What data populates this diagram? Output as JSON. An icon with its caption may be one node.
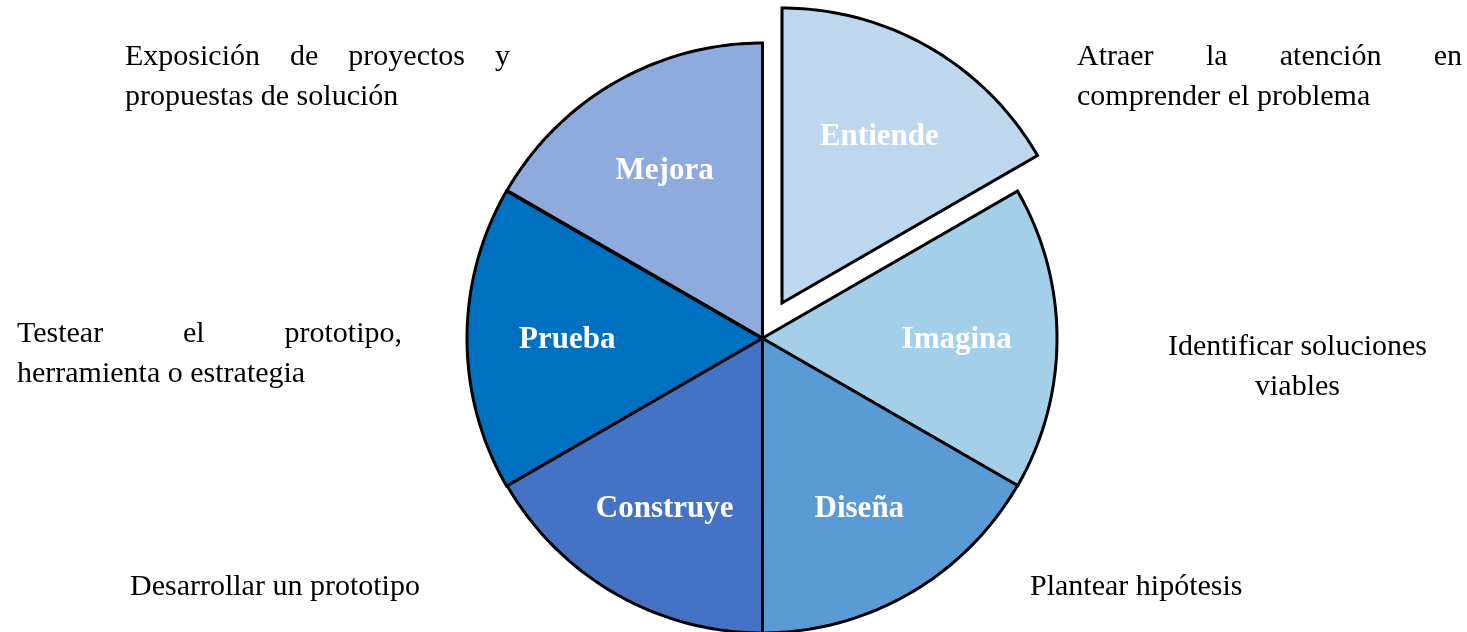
{
  "diagram": {
    "nodes": [
      {
        "text": [
          "Entiende"
        ],
        "beside": [
          "Atraer la atención en comprender el problema"
        ]
      },
      {
        "text": [
          "Imagina"
        ],
        "beside": [
          "Identificar soluciones viables"
        ]
      },
      {
        "text": [
          "Diseña"
        ],
        "beside": [
          "Plantear hipótesis"
        ]
      },
      {
        "text": [
          "Construye"
        ],
        "beside": [
          "Desarrollar un prototipo"
        ]
      },
      {
        "text": [
          "Prueba"
        ],
        "beside": [
          "Testear el prototipo, herramienta o estrategia"
        ]
      },
      {
        "text": [
          "Mejora"
        ],
        "beside": [
          "Exposición de proyectos y propuestas de solución"
        ]
      }
    ]
  }
}
